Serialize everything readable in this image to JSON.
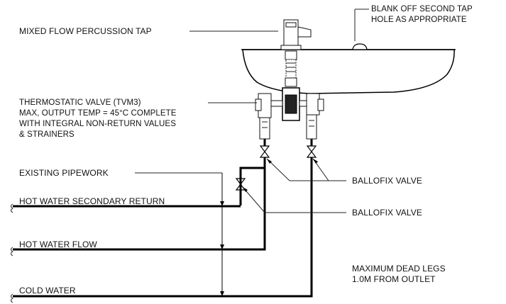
{
  "labels": {
    "mixed_tap": "MIXED FLOW PERCUSSION TAP",
    "blank_off": "BLANK OFF SECOND TAP\nHOLE AS APPROPRIATE",
    "thermostatic_valve": "THERMOSTATIC VALVE (TVM3)\nMAX, OUTPUT TEMP = 45°C COMPLETE\nWITH INTEGRAL NON-RETURN VALUES\n& STRAINERS",
    "existing_pipework": "EXISTING PIPEWORK",
    "ballofix_1": "BALLOFIX VALVE",
    "ballofix_2": "BALLOFIX VALVE",
    "hw_return": "HOT WATER SECONDARY RETURN",
    "hw_flow": "HOT WATER FLOW",
    "cold_water": "COLD WATER",
    "dead_legs": "MAXIMUM DEAD LEGS\n1.0M FROM OUTLET"
  },
  "colors": {
    "line": "#000000",
    "background": "#ffffff"
  }
}
